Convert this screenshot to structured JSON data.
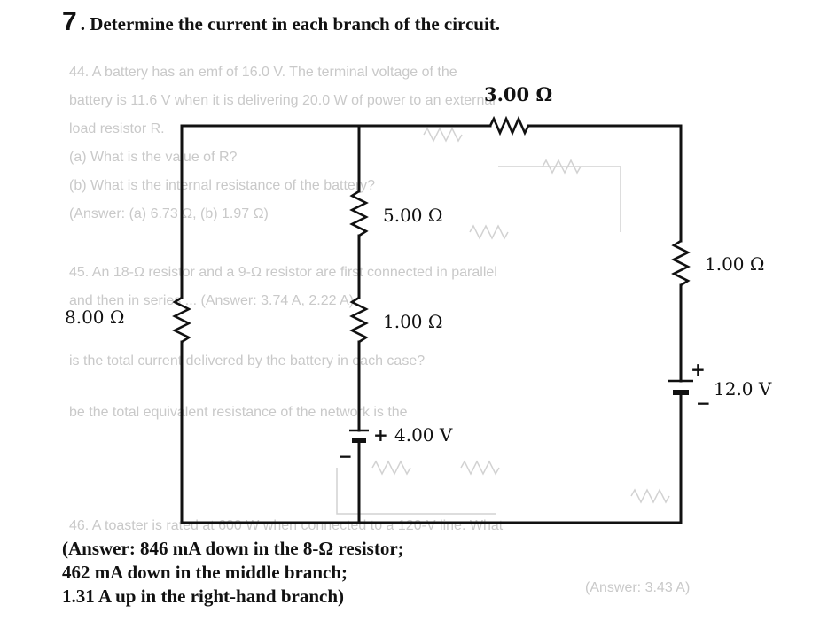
{
  "problem": {
    "number": "7",
    "statement": ". Determine the current in each branch of the circuit."
  },
  "circuit": {
    "resistors": {
      "top": "3.00 Ω",
      "middle_upper": "5.00 Ω",
      "right": "1.00 Ω",
      "left": "8.00 Ω",
      "middle_lower": "1.00 Ω"
    },
    "batteries": {
      "middle": {
        "emf": "4.00 V",
        "plus": "+",
        "minus": "−"
      },
      "right": {
        "emf": "12.0 V",
        "plus": "+",
        "minus": "−"
      }
    }
  },
  "answer": {
    "line1": "(Answer: 846 mA down in the 8-Ω resistor;",
    "line2": "462 mA down in the middle branch;",
    "line3": "1.31 A up in the right-hand branch)"
  },
  "bleed_through": {
    "l1": "44. A battery has an emf of 16.0 V. The terminal voltage of the",
    "l2": "battery is 11.6 V when it is delivering 20.0 W of power to an external",
    "l3": "load resistor R.",
    "l4": "(a) What is the value of R?",
    "l5": "(b) What is the internal resistance of the battery?",
    "l6": "(Answer: (a) 6.73 Ω, (b) 1.97 Ω)",
    "l7": "45. An 18-Ω resistor and a 9-Ω resistor are first connected in parallel",
    "l8": "and then in series ... (Answer: 3.74 A, 2.22 A)",
    "l9": "is the total current delivered by the battery in each case?",
    "l10": "be the total equivalent resistance of the network is the",
    "l11": "46. A toaster is rated at 600 W when connected to a 120-V line. What",
    "l12": "(Answer: 3.43 A)"
  },
  "colors": {
    "ink": "#111111",
    "ghost": "#c9c9c9",
    "background": "#ffffff"
  }
}
